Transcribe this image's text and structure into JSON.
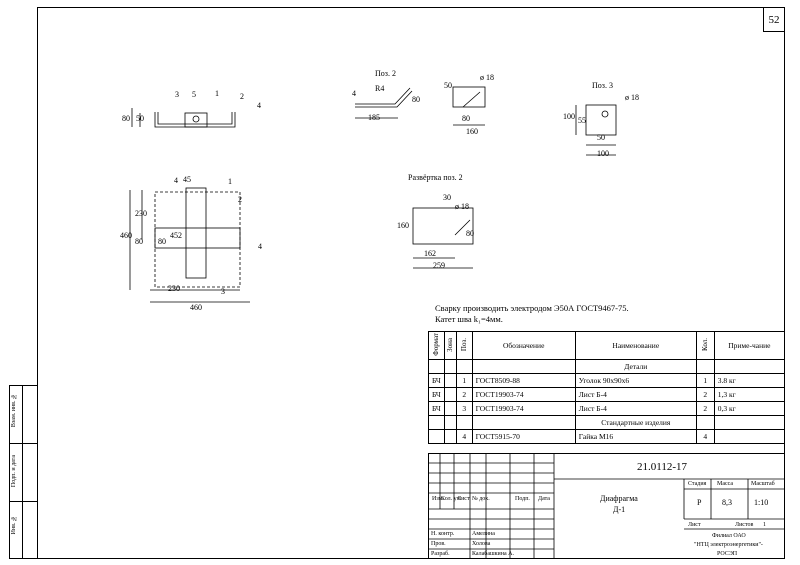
{
  "page_number": "52",
  "drawings": {
    "top_view": {
      "labels": [
        "3",
        "5",
        "1",
        "2",
        "4",
        "80",
        "50"
      ]
    },
    "pos2": {
      "title": "Поз. 2",
      "labels": [
        "4",
        "R4",
        "80",
        "185",
        "50",
        "ø 18",
        "80",
        "160"
      ]
    },
    "pos3": {
      "title": "Поз. 3",
      "labels": [
        "ø 18",
        "100",
        "55",
        "50",
        "100"
      ]
    },
    "front_view": {
      "labels": [
        "4",
        "45",
        "1",
        "2",
        "230",
        "460",
        "452",
        "80",
        "80",
        "4",
        "230",
        "3",
        "460"
      ]
    },
    "unfold": {
      "title": "Развёртка поз. 2",
      "labels": [
        "30",
        "ø 18",
        "160",
        "80",
        "162",
        "259"
      ]
    }
  },
  "notes": {
    "line1": "Сварку производить электродом Э50А ГОСТ9467-75.",
    "line2": "Катет шва k₁=4мм."
  },
  "spec_table": {
    "headers": {
      "format": "Формат",
      "zone": "Зона",
      "pos": "Поз.",
      "designation": "Обозначение",
      "name": "Наименование",
      "qty": "Кол.",
      "note": "Приме-чание"
    },
    "section_parts": "Детали",
    "section_std": "Стандартные изделия",
    "rows": [
      {
        "format": "БЧ",
        "pos": "1",
        "designation": "ГОСТ8509-88",
        "name": "Уголок 90х90х6",
        "qty": "1",
        "note": "3.8 кг"
      },
      {
        "format": "БЧ",
        "pos": "2",
        "designation": "ГОСТ19903-74",
        "name": "Лист Б-4",
        "qty": "2",
        "note": "1,3 кг"
      },
      {
        "format": "БЧ",
        "pos": "3",
        "designation": "ГОСТ19903-74",
        "name": "Лист Б-4",
        "qty": "2",
        "note": "0,3 кг"
      }
    ],
    "std_row": {
      "pos": "4",
      "designation": "ГОСТ5915-70",
      "name": "Гайка М16",
      "qty": "4"
    }
  },
  "title_block": {
    "doc_number": "21.0112-17",
    "col_labels": [
      "Изм.",
      "Кол. уч.",
      "Лист",
      "№ док.",
      "Подп.",
      "Дата"
    ],
    "roles": [
      "Н. контр.",
      "Пров.",
      "Разраб."
    ],
    "names": [
      "Амелина",
      "Холова",
      "Калабашкина А."
    ],
    "item_name_1": "Диафрагма",
    "item_name_2": "Д-1",
    "stage_label": "Стадия",
    "mass_label": "Масса",
    "scale_label": "Масштаб",
    "stage": "Р",
    "mass": "8,3",
    "scale": "1:10",
    "sheet_label": "Лист",
    "sheets_label": "Листов",
    "sheets": "1",
    "org_1": "Филиал ОАО",
    "org_2": "\"НТЦ электроэнергетики\"-",
    "org_3": "РОСЭП"
  },
  "side_stamp": {
    "labels": [
      "Инв. №",
      "Подп. и дата",
      "Взам. инв. №"
    ]
  }
}
